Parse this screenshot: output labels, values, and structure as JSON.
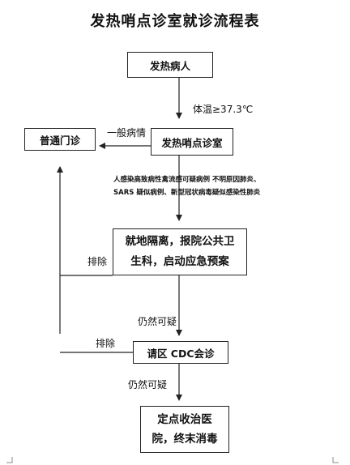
{
  "title": "发热哨点诊室就诊流程表",
  "nodes": {
    "patient": "发热病人",
    "clinic": "发热哨点诊室",
    "general": "普通门诊",
    "isolate": "就地隔离，报院公共卫生科，启动应急预案",
    "cdc": "请区 CDC会诊",
    "designated": "定点收治医院，终末消毒"
  },
  "labels": {
    "temperature": "体温≥37.3℃",
    "general_condition": "一般病情",
    "criteria_line1": "人感染高致病性禽流感可疑病例  不明原因肺炎、",
    "criteria_line2": "SARS 疑似病例、新型冠状病毒疑似感染性肺炎",
    "exclude_1": "排除",
    "still_suspect_1": "仍然可疑",
    "exclude_2": "排除",
    "still_suspect_2": "仍然可疑"
  }
}
